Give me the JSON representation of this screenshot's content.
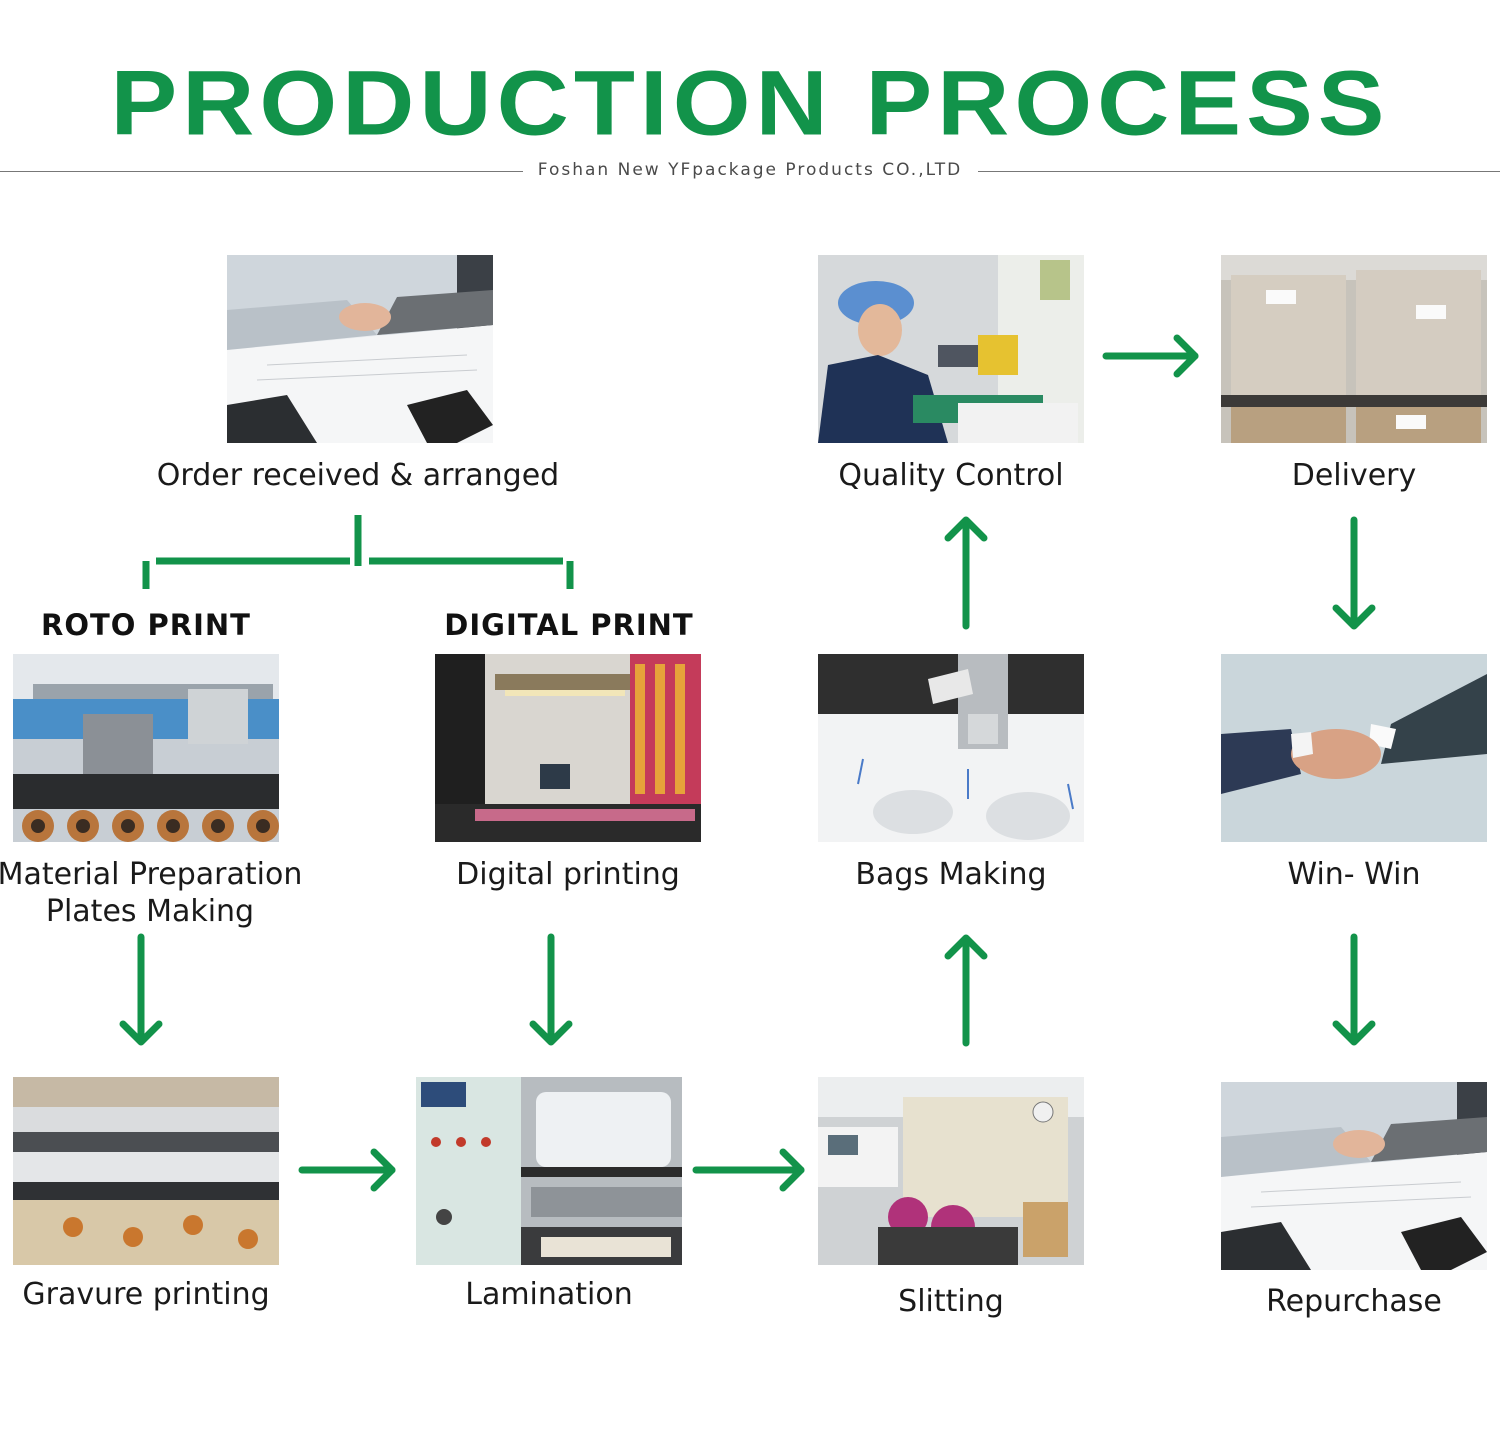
{
  "header": {
    "title": "PRODUCTION PROCESS",
    "subtitle": "Foshan New YFpackage Products CO.,LTD"
  },
  "branches": {
    "roto": "ROTO PRINT",
    "digital": "DIGITAL PRINT"
  },
  "steps": {
    "order": "Order received & arranged",
    "material_line1": "Material Preparation",
    "material_line2": "Plates Making",
    "digital_printing": "Digital printing",
    "gravure": "Gravure printing",
    "lamination": "Lamination",
    "slitting": "Slitting",
    "bags_making": "Bags Making",
    "quality_control": "Quality Control",
    "delivery": "Delivery",
    "win_win": "Win- Win",
    "repurchase": "Repurchase"
  },
  "colors": {
    "accent": "#12934a",
    "text": "#1a1a1a"
  }
}
